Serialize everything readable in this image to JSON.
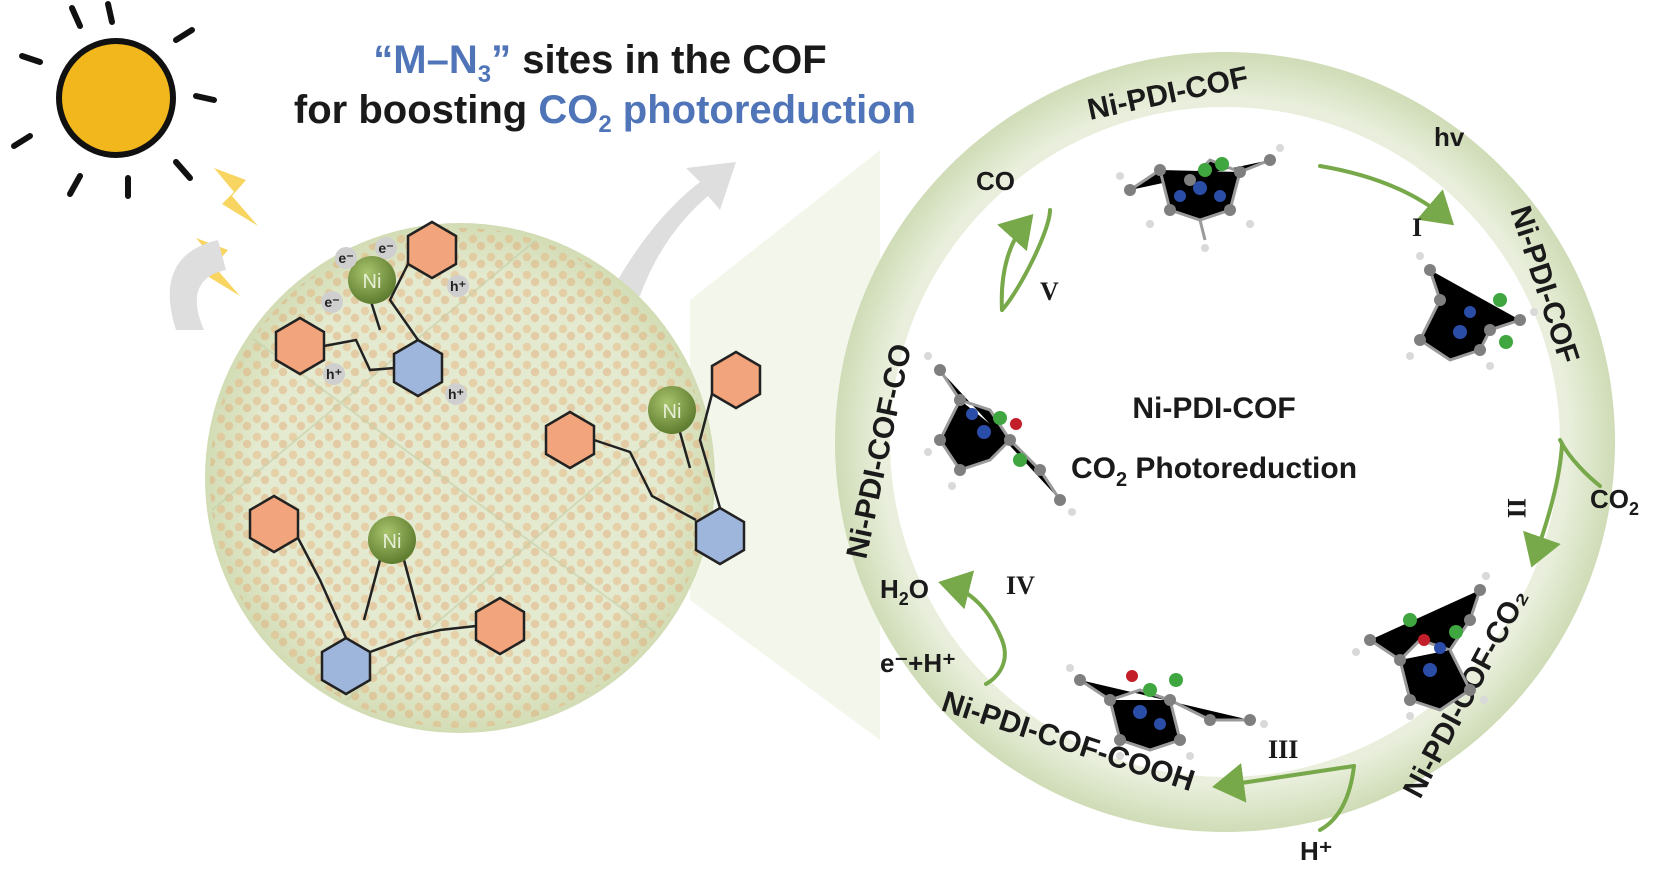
{
  "headline": {
    "line1_accent": "“M–N",
    "line1_sub": "3",
    "line1_accent_end": "”",
    "line1_rest": " sites in the COF",
    "line2_prefix": "for boosting ",
    "line2_accent": "CO",
    "line2_sub": "2",
    "line2_accent_rest": " photoreduction"
  },
  "left_panel": {
    "metal_label": "Ni",
    "electron_label": "e⁻",
    "hole_label": "h⁺"
  },
  "cycle": {
    "center_title": "Ni-PDI-COF",
    "center_subtitle_prefix": "CO",
    "center_subtitle_sub": "2",
    "center_subtitle_rest": " Photoreduction",
    "ring_labels": {
      "top": "Ni-PDI-COF",
      "right": "Ni-PDI-COF",
      "bottom_right": "Ni-PDI-COF-CO₂",
      "bottom": "Ni-PDI-COF-COOH",
      "left": "Ni-PDI-COF-CO"
    },
    "steps": {
      "I": "I",
      "II": "II",
      "III": "III",
      "IV": "IV",
      "V": "V"
    },
    "reagents": {
      "hv": "hv",
      "co2_in_prefix": "CO",
      "co2_in_sub": "2",
      "h_plus": "H⁺",
      "electron_proton": "e⁻+H⁺",
      "water_prefix": "H",
      "water_sub": "2",
      "water_rest": "O",
      "co_out": "CO"
    }
  },
  "colors": {
    "accent_blue": "#4f74b8",
    "sun_fill": "#f2b71c",
    "arrow_green": "#77a94a",
    "ring_green": "#dde7cc",
    "phenyl_orange": "#f2a57c",
    "pyridine_blue": "#9fb6dc",
    "nickel_green": "#7e9d45",
    "bolt_yellow": "#f8d560"
  }
}
